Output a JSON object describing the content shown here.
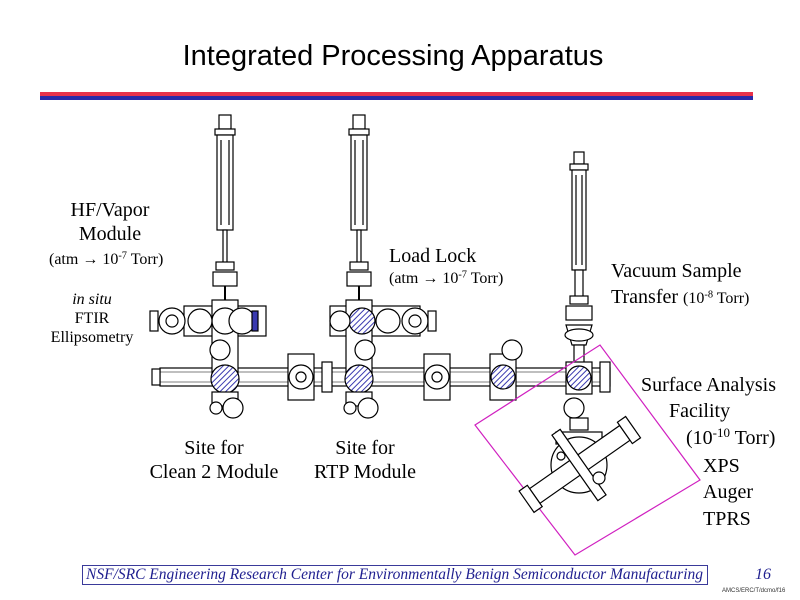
{
  "title": "Integrated Processing Apparatus",
  "labels": {
    "hf_vapor_line1": "HF/Vapor",
    "hf_vapor_line2": "Module",
    "hf_vapor_pressure_pre": "(atm → 10",
    "hf_vapor_pressure_exp": "-7",
    "hf_vapor_pressure_post": " Torr)",
    "in_situ": "in situ",
    "ftir": "FTIR",
    "ellipsometry": "Ellipsometry",
    "load_lock": "Load Lock",
    "load_lock_pressure_pre": "(atm → 10",
    "load_lock_pressure_exp": "-7",
    "load_lock_pressure_post": " Torr)",
    "vacuum_line1": "Vacuum Sample",
    "vacuum_line2_pre": "Transfer ",
    "vacuum_line2_paren_pre": "(10",
    "vacuum_line2_exp": "-8",
    "vacuum_line2_paren_post": " Torr)",
    "surface_line1": "Surface Analysis",
    "surface_line2": "Facility",
    "surface_pressure_pre": "(10",
    "surface_pressure_exp": "-10",
    "surface_pressure_post": " Torr)",
    "xps": "XPS",
    "auger": "Auger",
    "tprs": "TPRS",
    "clean2_line1": "Site for",
    "clean2_line2": "Clean 2 Module",
    "rtp_line1": "Site for",
    "rtp_line2": "RTP Module"
  },
  "footer": {
    "text": "NSF/SRC Engineering Research Center for Environmentally Benign Semiconductor Manufacturing",
    "page": "16",
    "doc_id": "AMCS/ERC/T/dcmo/f16"
  },
  "colors": {
    "rule_red": "#e8324a",
    "rule_blue": "#2a2aa8",
    "footer_blue": "#1f1f8f",
    "highlight_magenta": "#d020c0",
    "line": "#000000",
    "hatch_blue": "#3a3ab0"
  }
}
